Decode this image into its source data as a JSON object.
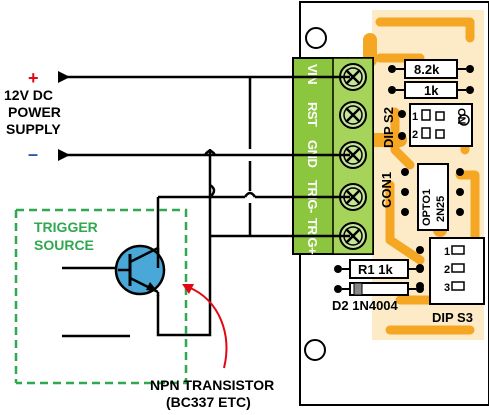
{
  "power": {
    "plus": "+",
    "line1": "12V DC",
    "line2": "POWER",
    "line3": "SUPPLY",
    "minus": "–"
  },
  "trigger": {
    "line1": "TRIGGER",
    "line2": "SOURCE"
  },
  "transistor": {
    "line1": "NPN TRANSISTOR",
    "line2": "(BC337 ETC)"
  },
  "terminals": [
    "VIN",
    "RST",
    "GND",
    "TRIG-",
    "TRIG+"
  ],
  "board": {
    "r_top": "8.2k",
    "r_mid": "1k",
    "dip_s2": "DIP S2",
    "dip_s2_on": "ON",
    "dip_s2_pin1": "1",
    "dip_s2_pin2": "2",
    "con1": "CON1",
    "opto_line1": "OPTO1",
    "opto_line2": "2N25",
    "r1": "R1 1k",
    "d2": "D2 1N4004",
    "dip_s3": "DIP S3",
    "dip_s3_pin1": "1",
    "dip_s3_pin2": "2",
    "dip_s3_pin3": "3"
  },
  "colors": {
    "board_copper": "#f5a623",
    "board_bg": "#fdebc8",
    "terminal_green": "#8cc63f",
    "trigger_green": "#2fa84f",
    "power_red": "#e30613",
    "transistor_fill": "#4aa8d8",
    "arrow_red": "#e30613"
  }
}
